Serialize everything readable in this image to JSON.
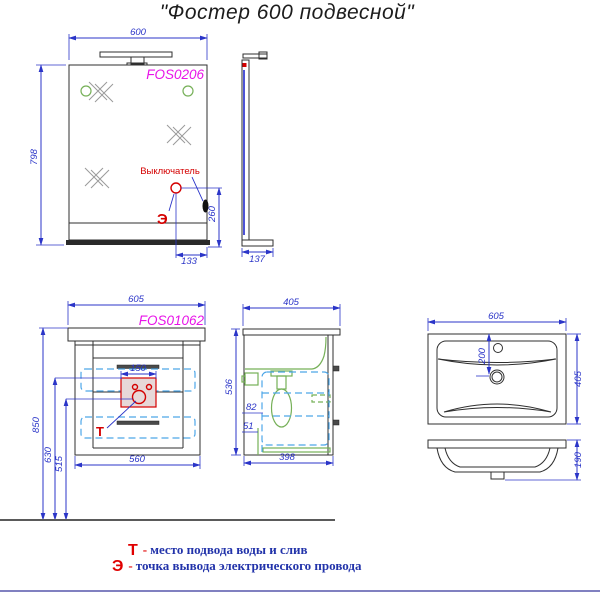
{
  "title": "\"Фостер 600 подвесной\"",
  "mirror": {
    "model": "FOS0206",
    "switch_label": "Выключатель",
    "electric_symbol": "Э",
    "dim_width": "600",
    "dim_height": "798",
    "dim_switch_v": "260",
    "dim_switch_h": "133",
    "dim_depth": "137"
  },
  "cabinet": {
    "model": "FOS01062",
    "water_symbol": "Т",
    "dim_width": "605",
    "dim_height": "850",
    "dim_inlet_h": "630",
    "dim_drain_h": "515",
    "dim_body_width": "560",
    "dim_inlet_w": "150",
    "dim_depth": "405",
    "dim_side_height": "536",
    "dim_pipe_a": "82",
    "dim_pipe_b": "51",
    "dim_body_depth": "398"
  },
  "sink": {
    "dim_width": "605",
    "dim_depth": "405",
    "dim_drain_offset": "200",
    "dim_height": "190"
  },
  "legend": {
    "water_symbol": "Т",
    "water_sep": "-",
    "water_text": "место подвода воды и слив",
    "electric_symbol": "Э",
    "electric_sep": "-",
    "electric_text": "точка вывода электрического провода"
  },
  "colors": {
    "dimension_blue": "#2b35c8",
    "model_magenta": "#e813e8",
    "marker_red": "#d40000",
    "detail_green": "#76b058",
    "clearance_cyan": "#4da6e8",
    "legend_blue": "#2233aa"
  }
}
